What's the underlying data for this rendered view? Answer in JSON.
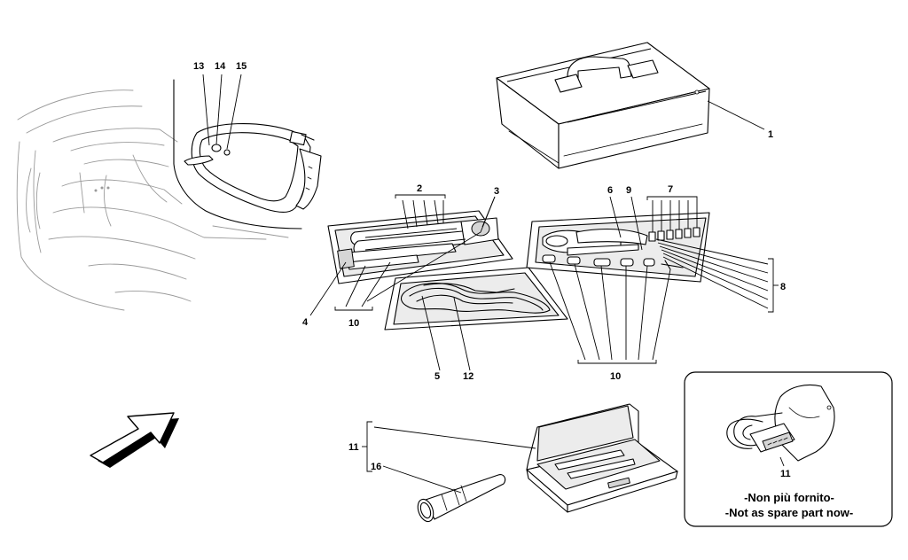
{
  "callouts": {
    "c1": "1",
    "c2": "2",
    "c3": "3",
    "c4": "4",
    "c5": "5",
    "c6": "6",
    "c7": "7",
    "c8": "8",
    "c9": "9",
    "c10a": "10",
    "c10b": "10",
    "c11a": "11",
    "c11b": "11",
    "c12": "12",
    "c13": "13",
    "c14": "14",
    "c15": "15",
    "c16": "16"
  },
  "inset": {
    "note_it": "-Non più fornito-",
    "note_en": "-Not as spare part now-"
  },
  "icons": {
    "direction_arrow": "direction-arrow-icon"
  }
}
